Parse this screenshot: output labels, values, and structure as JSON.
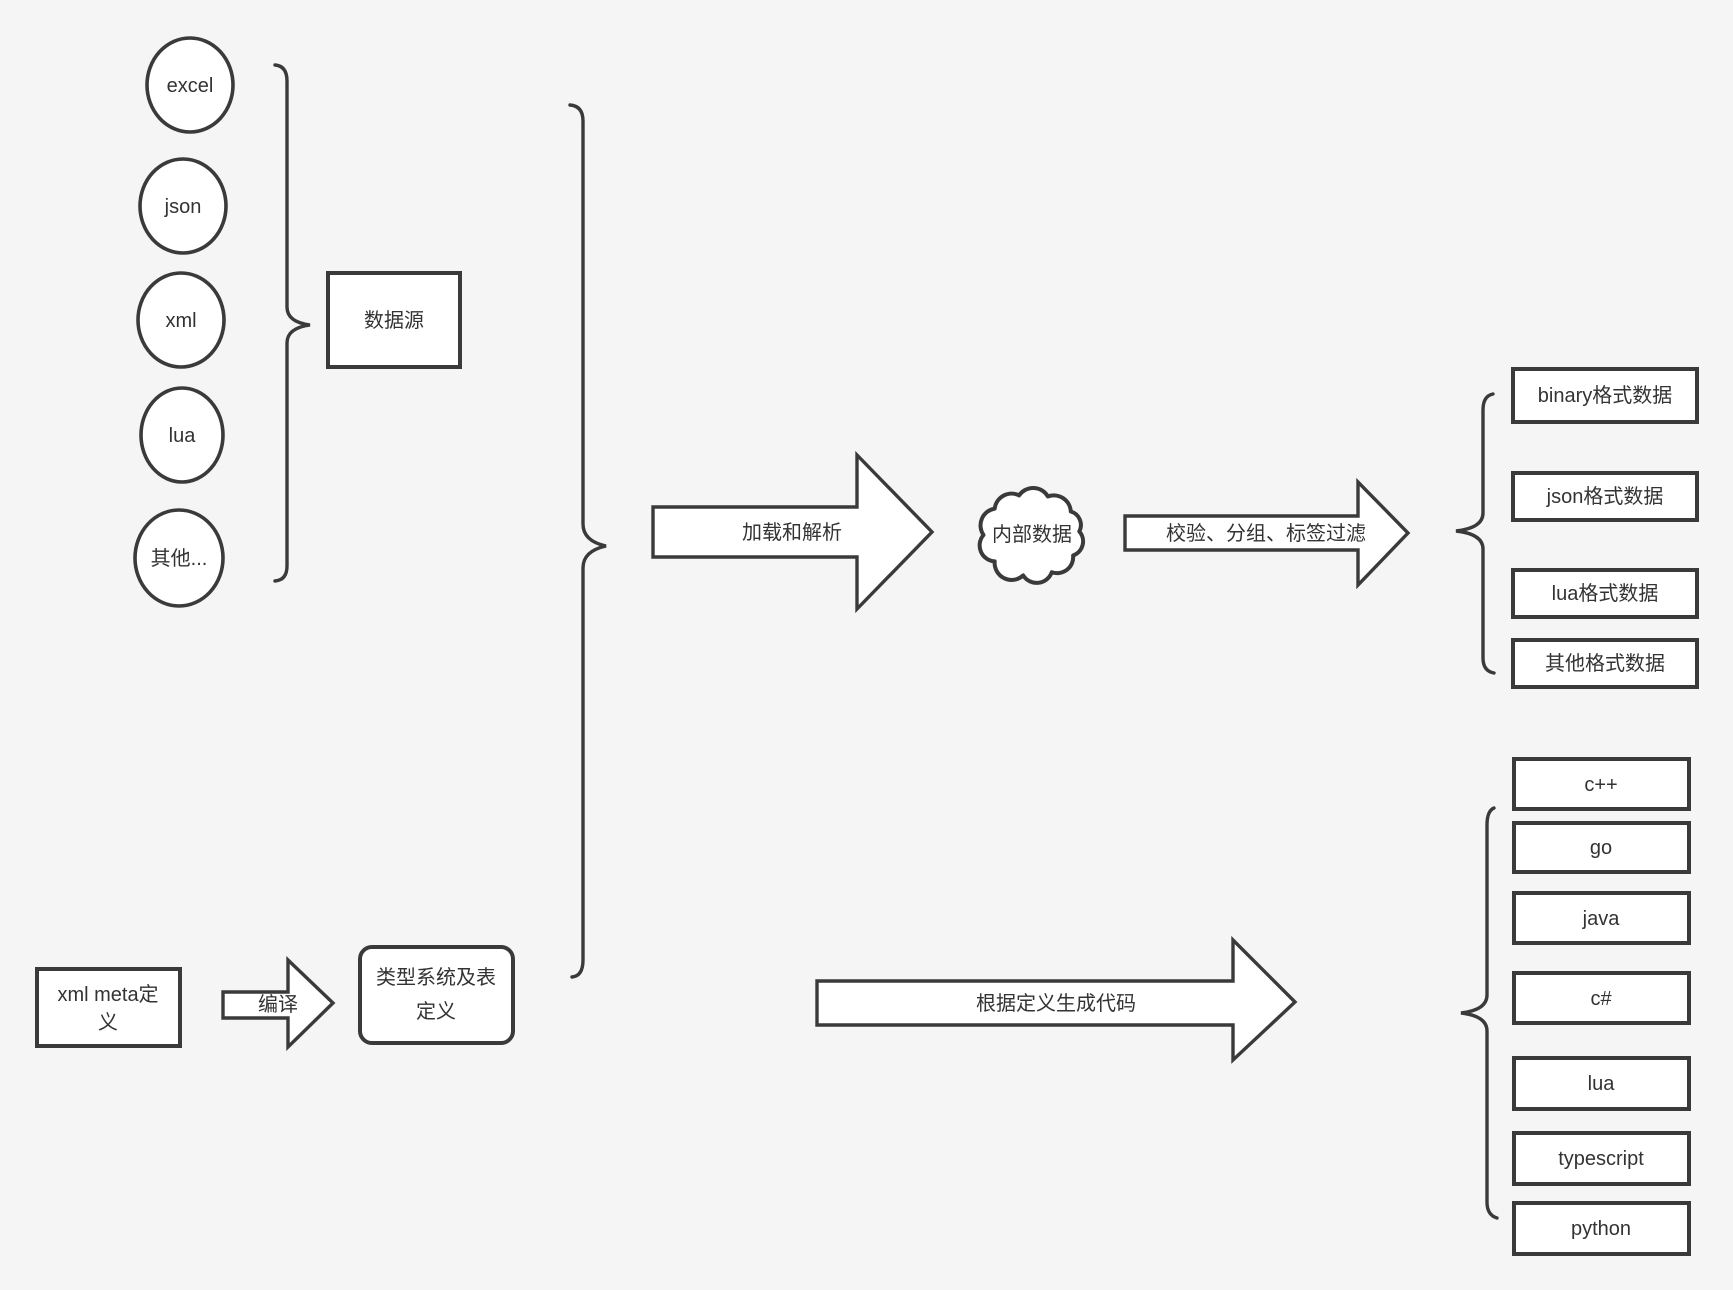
{
  "colors": {
    "background": "#f5f5f5",
    "shape_fill": "#ffffff",
    "stroke": "#3a3a3a",
    "text": "#333333"
  },
  "sources": {
    "group_label": "数据源",
    "items": [
      {
        "label": "excel"
      },
      {
        "label": "json"
      },
      {
        "label": "xml"
      },
      {
        "label": "lua"
      },
      {
        "label": "其他..."
      }
    ]
  },
  "pipeline": {
    "load_parse_arrow_label": "加载和解析",
    "internal_data_cloud_label": "内部数据",
    "filter_arrow_label": "校验、分组、标签过滤",
    "output_formats": [
      {
        "label": "binary格式数据"
      },
      {
        "label": "json格式数据"
      },
      {
        "label": "lua格式数据"
      },
      {
        "label": "其他格式数据"
      }
    ]
  },
  "definition": {
    "xml_meta_box": {
      "line1": "xml meta定",
      "line2": "义"
    },
    "compile_arrow_label": "编译",
    "type_system_box": {
      "line1": "类型系统及表",
      "line2": "定义"
    },
    "codegen_arrow_label": "根据定义生成代码",
    "languages": [
      {
        "label": "c++"
      },
      {
        "label": "go"
      },
      {
        "label": "java"
      },
      {
        "label": "c#"
      },
      {
        "label": "lua"
      },
      {
        "label": "typescript"
      },
      {
        "label": "python"
      }
    ]
  }
}
